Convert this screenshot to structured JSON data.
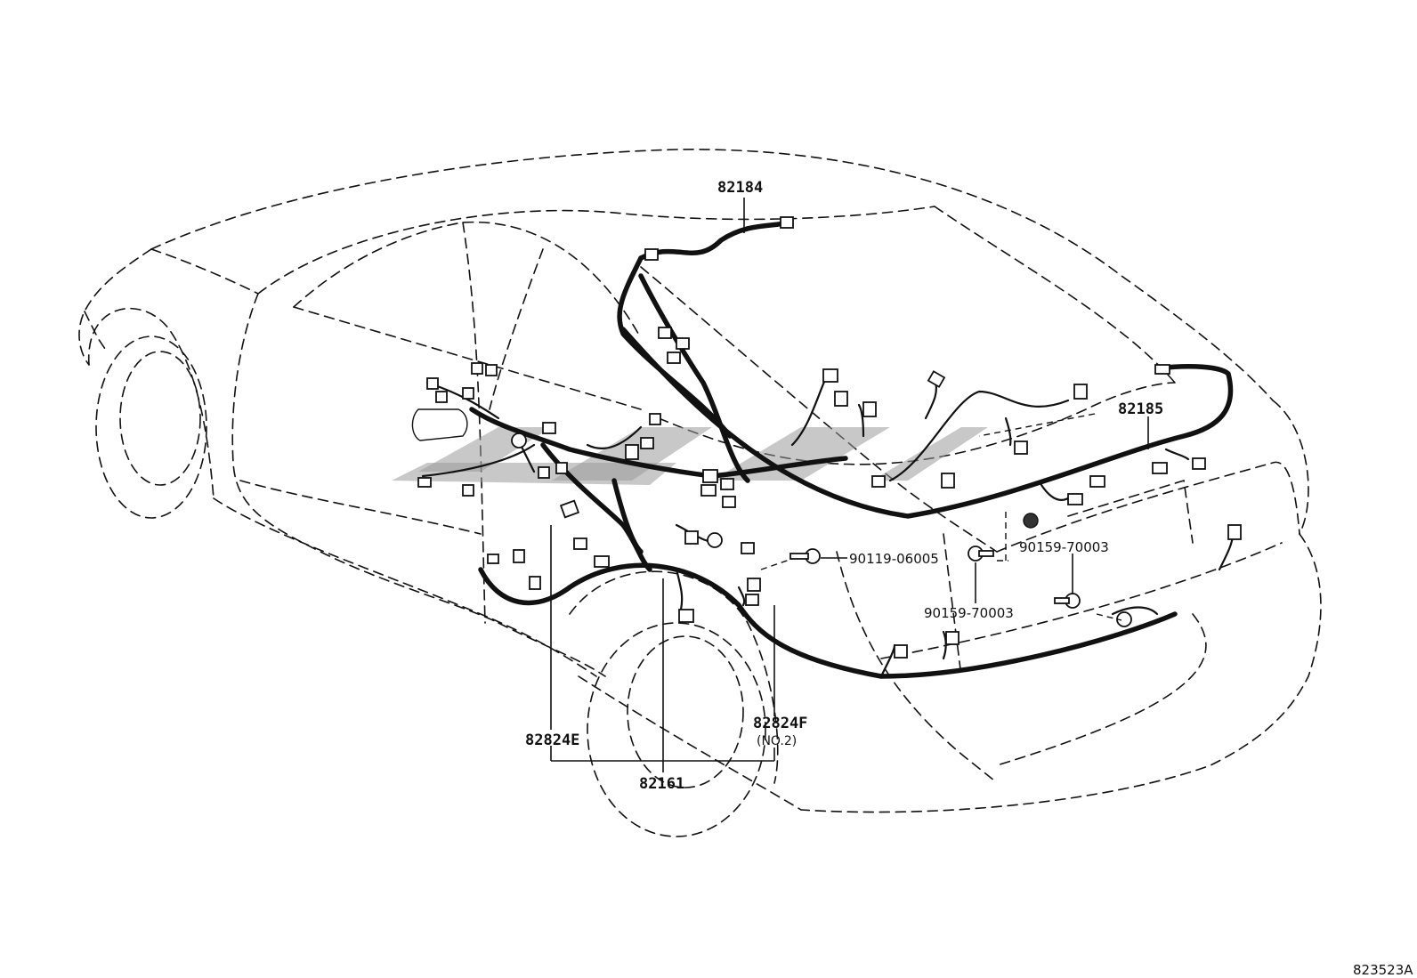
{
  "labels": {
    "p82184": "82184",
    "p82185": "82185",
    "p90119_06005": "90119-06005",
    "p90159_70003_a": "90159-70003",
    "p90159_70003_b": "90159-70003",
    "p82824F": "82824F",
    "p82824F_note": "(NO.2)",
    "p82824E": "82824E",
    "p82161": "82161"
  },
  "figure_code": "823523A",
  "colors": {
    "line": "#111111",
    "watermark": "#9a9a9a",
    "background": "#ffffff"
  }
}
